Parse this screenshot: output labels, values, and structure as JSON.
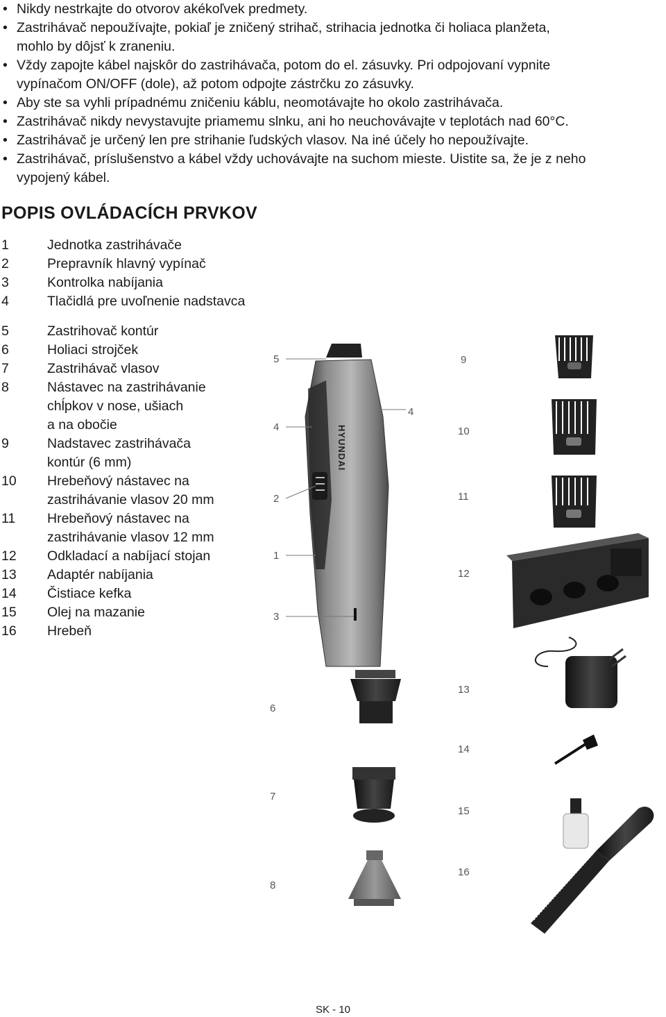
{
  "safety_items": [
    {
      "lines": [
        "Nikdy nestrkajte do otvorov akékoľvek predmety."
      ]
    },
    {
      "lines": [
        "Zastrihávač nepoužívajte, pokiaľ je zničený strihač, strihacia jednotka či holiaca planžeta,",
        "mohlo by dôjsť k zraneniu."
      ]
    },
    {
      "lines": [
        "Vždy zapojte kábel najskôr do zastrihávača, potom do el. zásuvky. Pri odpojovaní vypnite",
        "vypínačom ON/OFF (dole), až potom odpojte zástrčku zo zásuvky."
      ]
    },
    {
      "lines": [
        "Aby ste sa vyhli prípadnému zničeniu káblu, neomotávajte ho okolo zastrihávača."
      ]
    },
    {
      "lines": [
        "Zastrihávač nikdy nevystavujte priamemu slnku, ani ho neuchovávajte v teplotách nad 60°C."
      ]
    },
    {
      "lines": [
        "Zastrihávač je určený len pre strihanie ľudských vlasov. Na iné účely ho nepoužívajte."
      ]
    },
    {
      "lines": [
        "Zastrihávač, príslušenstvo a kábel vždy uchovávajte na suchom mieste. Uistite sa, že je z neho",
        "vypojený kábel."
      ]
    }
  ],
  "bullet_char": "•",
  "heading": "POPIS OVLÁDACÍCH PRVKOV",
  "parts": [
    {
      "num": "1",
      "lines": [
        "Jednotka zastrihávače"
      ]
    },
    {
      "num": "2",
      "lines": [
        "Prepravník hlavný vypínač"
      ]
    },
    {
      "num": "3",
      "lines": [
        "Kontrolka nabíjania"
      ]
    },
    {
      "num": "4",
      "lines": [
        "Tlačidlá pre uvoľnenie nadstavca"
      ]
    },
    {
      "num": "5",
      "lines": [
        "Zastrihovač kontúr"
      ]
    },
    {
      "num": "6",
      "lines": [
        "Holiaci strojček"
      ]
    },
    {
      "num": "7",
      "lines": [
        "Zastrihávač vlasov"
      ]
    },
    {
      "num": "8",
      "lines": [
        "Nástavec na zastrihávanie",
        "chĺpkov v nose, ušiach",
        "a na obočie"
      ]
    },
    {
      "num": "9",
      "lines": [
        "Nadstavec zastrihávača",
        "kontúr (6 mm)"
      ]
    },
    {
      "num": "10",
      "lines": [
        "Hrebeňový nástavec na",
        "zastrihávanie vlasov 20 mm"
      ]
    },
    {
      "num": "11",
      "lines": [
        "Hrebeňový nástavec na",
        "zastrihávanie vlasov 12 mm"
      ]
    },
    {
      "num": "12",
      "lines": [
        "Odkladací a nabíjací stojan"
      ]
    },
    {
      "num": "13",
      "lines": [
        "Adaptér nabíjania"
      ]
    },
    {
      "num": "14",
      "lines": [
        "Čistiace kefka"
      ]
    },
    {
      "num": "15",
      "lines": [
        "Olej na mazanie"
      ]
    },
    {
      "num": "16",
      "lines": [
        "Hrebeň"
      ]
    }
  ],
  "figure_labels": {
    "l1": "1",
    "l2": "2",
    "l3": "3",
    "l4a": "4",
    "l4b": "4",
    "l5": "5",
    "l6": "6",
    "l7": "7",
    "l8": "8",
    "l9": "9",
    "l10": "10",
    "l11": "11",
    "l12": "12",
    "l13": "13",
    "l14": "14",
    "l15": "15",
    "l16": "16"
  },
  "brand": "HYUNDAI",
  "footer": "SK - 10"
}
